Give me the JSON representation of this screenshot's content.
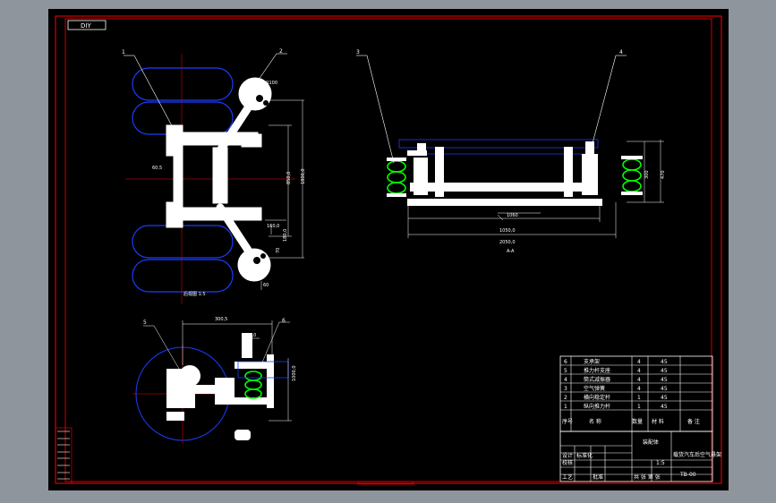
{
  "drawing": {
    "corner_label": "DIY",
    "drawing_code": "TB-00",
    "title_cell": "载货汽车后空气悬架",
    "name_cell": "装配体",
    "view_labels": {
      "top_view": "后视图 1:5",
      "section_view": "A-A"
    },
    "balloons": [
      "1",
      "2",
      "3",
      "4",
      "5",
      "6"
    ]
  },
  "dimensions": {
    "top_a": "R100",
    "top_b": "850,0",
    "top_c": "1800,0",
    "top_d": "160,0",
    "top_e": "180,0",
    "top_f": "60,5",
    "top_g": "70",
    "top_h": "60",
    "side_a": "1060",
    "side_b": "1050,0",
    "side_c": "2050,0",
    "side_d": "300",
    "side_e": "470",
    "bottom_a": "300,5",
    "bottom_b": "185,0",
    "bottom_c": "1000,0"
  },
  "parts_list": {
    "rows": [
      {
        "no": "6",
        "name": "支承架",
        "qty": "4",
        "mat": "45"
      },
      {
        "no": "5",
        "name": "推力杆支座",
        "qty": "4",
        "mat": "45"
      },
      {
        "no": "4",
        "name": "筒式减振器",
        "qty": "4",
        "mat": "45"
      },
      {
        "no": "3",
        "name": "空气弹簧",
        "qty": "4",
        "mat": "45"
      },
      {
        "no": "2",
        "name": "横向稳定杆",
        "qty": "1",
        "mat": "45"
      },
      {
        "no": "1",
        "name": "纵向推力杆",
        "qty": "1",
        "mat": "45"
      }
    ],
    "header": {
      "no": "序号",
      "name": "名 称",
      "qty": "数量",
      "mat": "材 料",
      "note": "备 注"
    }
  },
  "title_block": {
    "design": "设计",
    "check": "校核",
    "std": "标准化",
    "process": "工艺",
    "approve": "批准",
    "scale": "1:5",
    "sheet": "共 张 第 张"
  },
  "colors": {
    "background": "#000000",
    "frame": "#ff0000",
    "line": "#ffffff",
    "tire": "#1a3cff",
    "spring": "#00ff00",
    "dim": "#ff0000",
    "center": "#ff0000"
  }
}
